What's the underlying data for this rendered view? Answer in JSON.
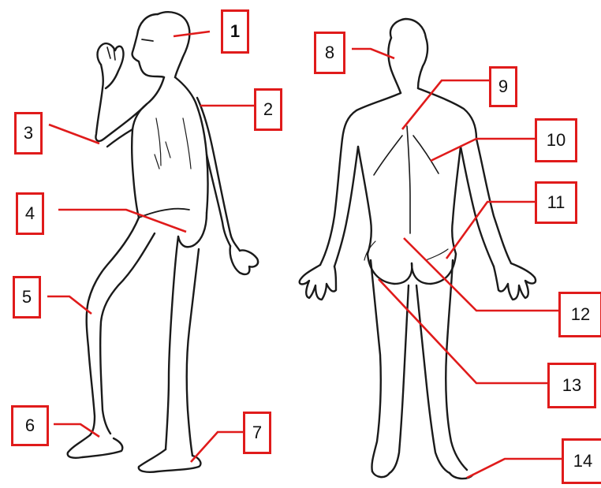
{
  "labels": {
    "l1": "1",
    "l2": "2",
    "l3": "3",
    "l4": "4",
    "l5": "5",
    "l6": "6",
    "l7": "7",
    "l8": "8",
    "l9": "9",
    "l10": "10",
    "l11": "11",
    "l12": "12",
    "l13": "13",
    "l14": "14"
  },
  "figures": {
    "left": "side-view-figure",
    "right": "back-view-figure"
  },
  "colors": {
    "leader": "#e01b1b",
    "box_border": "#e01b1b",
    "sketch": "#1a1a1a"
  }
}
